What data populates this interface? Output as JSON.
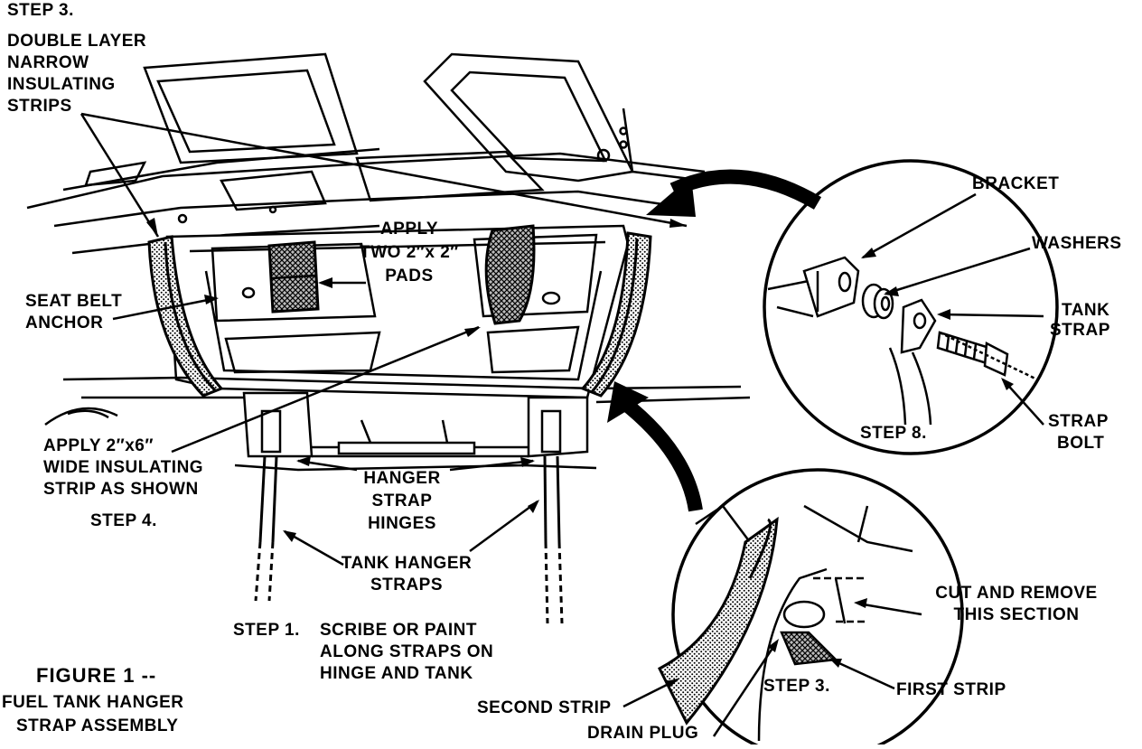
{
  "labels": {
    "step3_top": "STEP 3.",
    "double_layer_1": "DOUBLE LAYER",
    "double_layer_2": "NARROW",
    "double_layer_3": "INSULATING",
    "double_layer_4": "STRIPS",
    "apply_pads_1": "APPLY",
    "apply_pads_2": "TWO 2″x 2″",
    "apply_pads_3": "PADS",
    "seat_belt_1": "SEAT BELT",
    "seat_belt_2": "ANCHOR",
    "apply_strip_1": "APPLY 2″x6″",
    "apply_strip_2": "WIDE INSULATING",
    "apply_strip_3": "STRIP AS SHOWN",
    "step4": "STEP 4.",
    "hanger_1": "HANGER",
    "hanger_2": "STRAP",
    "hanger_3": "HINGES",
    "tank_hanger_1": "TANK HANGER",
    "tank_hanger_2": "STRAPS",
    "step1": "STEP 1.",
    "scribe_1": "SCRIBE OR PAINT",
    "scribe_2": "ALONG STRAPS ON",
    "scribe_3": "HINGE AND TANK",
    "figure_title": "FIGURE 1 --",
    "figure_sub_1": "FUEL TANK HANGER",
    "figure_sub_2": "STRAP ASSEMBLY",
    "bracket": "BRACKET",
    "washers": "WASHERS",
    "tank_strap_1": "TANK",
    "tank_strap_2": "STRAP",
    "step8": "STEP 8.",
    "strap_bolt_1": "STRAP",
    "strap_bolt_2": "BOLT",
    "cut_1": "CUT AND REMOVE",
    "cut_2": "THIS SECTION",
    "step3_detail": "STEP 3.",
    "first_strip": "FIRST STRIP",
    "second_strip": "SECOND STRIP",
    "drain_plug": "DRAIN PLUG"
  }
}
